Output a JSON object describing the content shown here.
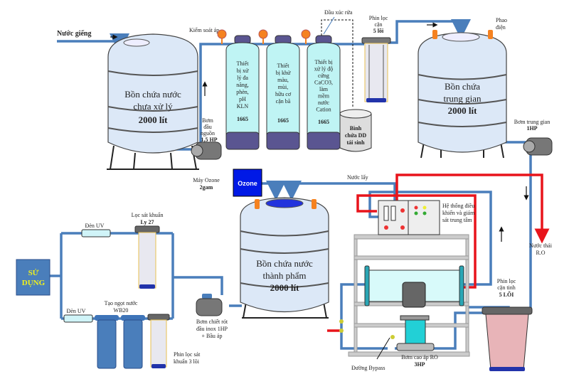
{
  "title": "Sơ đồ hệ thống lọc nước",
  "colors": {
    "pipe": "#4a7ebb",
    "waste": "#e8141b",
    "ozone": "#0019e6",
    "use_box": "#4a7ebb",
    "use_text": "#f2f21a"
  },
  "inlet": {
    "label": "Nước giếng"
  },
  "raw_tank": {
    "line1": "Bồn chứa nước",
    "line2": "chưa xử lý",
    "line3": "2000 lít"
  },
  "source_pump": {
    "line1": "Bơm",
    "line2": "đầu",
    "line3": "nguồn",
    "line4": "1,5 HP"
  },
  "pressure_control": {
    "label": "Kiểm soát áp"
  },
  "columns": [
    {
      "lines": [
        "Thiết",
        "bị xử",
        "lý đa",
        "năng,",
        "phèn,",
        "pH",
        "KLN"
      ],
      "model": "1665"
    },
    {
      "lines": [
        "Thiết",
        "bị khử",
        "màu,",
        "mùi,",
        "hữu cơ",
        "cặn bã"
      ],
      "model": "1665"
    },
    {
      "lines": [
        "Thiết bị",
        "xử lý độ",
        "cứng",
        "CaCO3,",
        "làm",
        "mềm",
        "nước",
        "Cation"
      ],
      "model": "1665"
    }
  ],
  "backwash": {
    "label": "Đầu xúc rửa"
  },
  "brine_tank": {
    "line1": "Bình",
    "line2": "chứa DD",
    "line3": "tái sinh"
  },
  "coarse_filter": {
    "line1": "Phin lọc",
    "line2": "cặn",
    "line3": "5 lõi"
  },
  "float_switch": {
    "line1": "Phao",
    "line2": "điện"
  },
  "mid_tank": {
    "line1": "Bồn chứa",
    "line2": "trung gian",
    "line3": "2000 lít"
  },
  "mid_pump": {
    "line1": "Bơm trung gian",
    "line2": "1HP"
  },
  "ozone": {
    "box": "Ozone",
    "line1": "Máy Ozone",
    "line2": "2gam"
  },
  "water_take": {
    "label": "Nước lấy"
  },
  "control_system": {
    "line1": "Hệ thống điều",
    "line2": "khiển và giám",
    "line3": "sát trung tâm"
  },
  "ro_waste": {
    "line1": "Nước thải",
    "line2": "R.O"
  },
  "fine_filter": {
    "line1": "Phin lọc",
    "line2": "cặn tinh",
    "line3": "5 LÕI"
  },
  "ro_pump": {
    "line1": "Bơm cao áp RO",
    "line2": "3HP"
  },
  "bypass": {
    "label": "Đường Bypass"
  },
  "product_tank": {
    "line1": "Bồn chứa nước",
    "line2": "thành phẩm",
    "line3": "2000 lít"
  },
  "fill_pump": {
    "line1": "Bơm chiết rót",
    "line2": "đầu inox 1HP",
    "line3": "+ Bầu áp"
  },
  "use": {
    "line1": "SỬ",
    "line2": "DỤNG"
  },
  "uv_top": {
    "label": "Đèn UV"
  },
  "uv_bottom": {
    "label": "Đèn UV"
  },
  "sterile_filter": {
    "line1": "Lọc sát khuẩn",
    "line2": "Ly 27"
  },
  "sweetener": {
    "line1": "Tạo ngọt nước",
    "line2": "WB20"
  },
  "sterile_filter3": {
    "line1": "Phin lọc sát",
    "line2": "khuẩn 3 lõi"
  }
}
